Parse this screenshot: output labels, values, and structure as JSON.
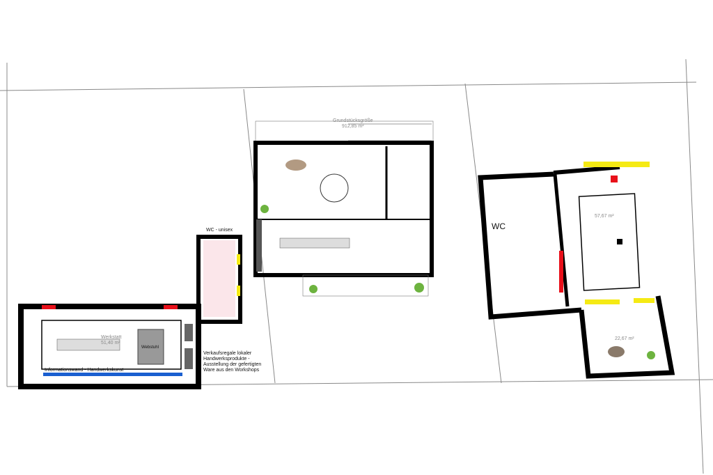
{
  "plot_label": "Grundstücksgröße",
  "plot_area": "912,85 m²",
  "wc_unisex": "WC - unisex",
  "workshop": {
    "name": "Werkstatt",
    "area": "51,40 m²"
  },
  "loom": "Webstuhl",
  "info_wall": "Informationswand - Handwerkskunst",
  "shelf_note": [
    "Verkaufsregale lokaler",
    "Handwerksprodukte -",
    "Ausstellung der gefertigten",
    "Ware aus den Workshops"
  ],
  "right_building": {
    "wc": "WC",
    "hall_area": "57,67 m²",
    "room_area": "22,67 m²"
  },
  "colors": {
    "wall": "#000000",
    "accent_red": "#e8101a",
    "accent_yellow": "#f5ea14",
    "accent_blue": "#1a5fd0"
  }
}
